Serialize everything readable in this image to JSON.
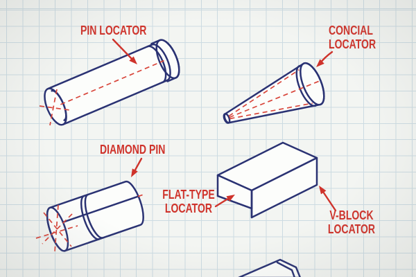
{
  "diagram": {
    "type": "technical-illustration",
    "subject": "fixture locator types on graph paper",
    "items": [
      {
        "id": "pin-locator",
        "label": "PIN LOCATOR",
        "shape": "cylinder with end cap groove"
      },
      {
        "id": "conical-locator",
        "label_line1": "CONCIAL",
        "label_line2": "LOCATOR",
        "shape": "truncated cone"
      },
      {
        "id": "diamond-pin",
        "label": "DIAMOND PIN",
        "shape": "cylinder with center band"
      },
      {
        "id": "flat-type-locator",
        "label_line1": "FLAT-TYPE",
        "label_line2": "LOCATOR",
        "shape": "thin plate step on block"
      },
      {
        "id": "v-block-locator",
        "label_line1": "V-BLOCK",
        "label_line2": "LOCATOR",
        "shape": "rectangular block"
      },
      {
        "id": "partial-wedge",
        "label": "",
        "shape": "wedge cropped at bottom edge"
      }
    ]
  },
  "colors": {
    "ink_navy": "#2a3273",
    "annotation_red": "#cf332b",
    "centerline_red": "#d8453a",
    "grid_line": "#ccdbe2",
    "paper": "#f3f5f2"
  }
}
